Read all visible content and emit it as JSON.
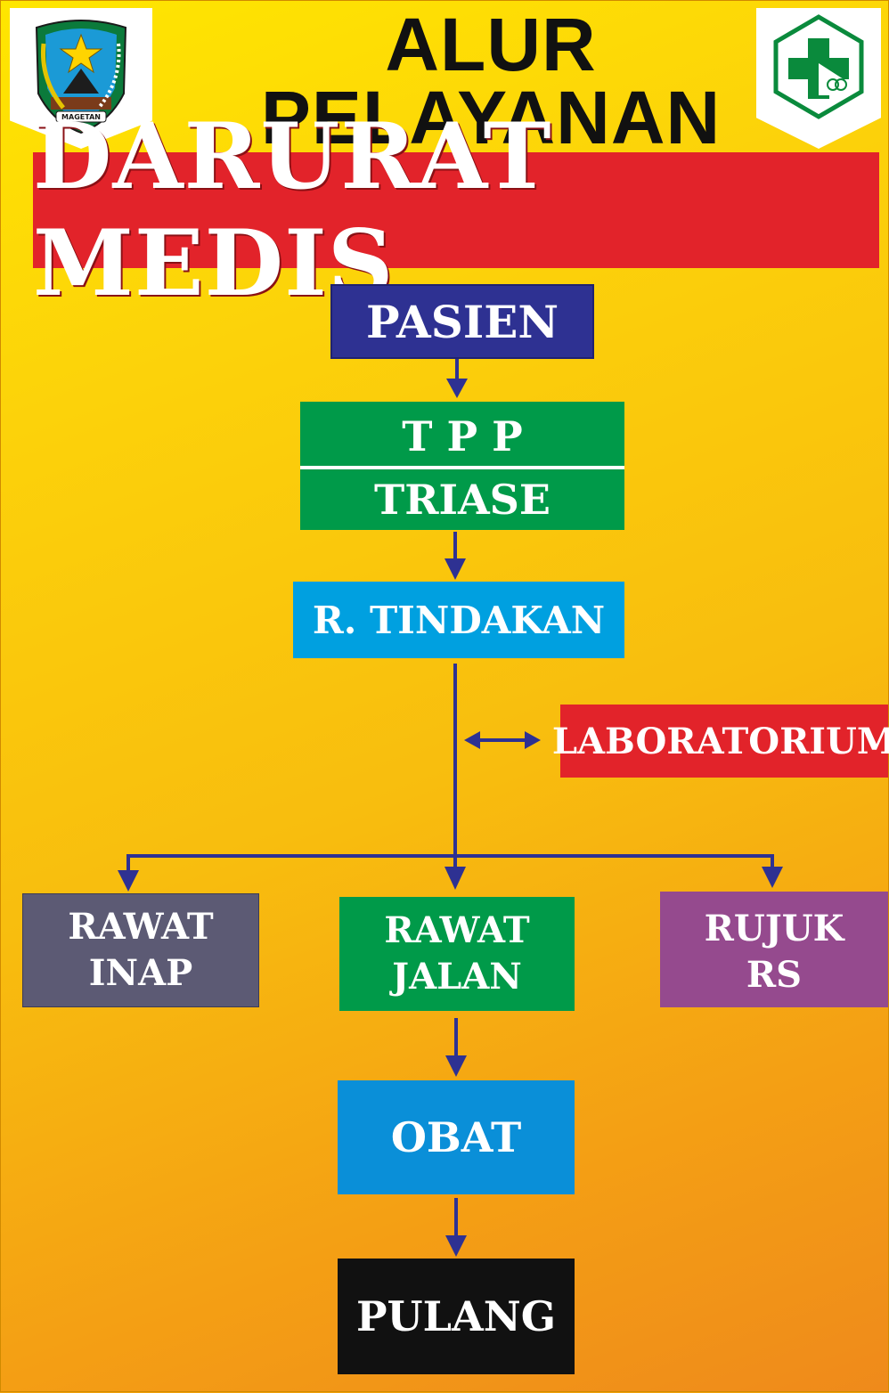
{
  "header": {
    "title_line1": "ALUR",
    "title_line2": "PELAYANAN",
    "banner": "DARURAT MEDIS"
  },
  "logos": {
    "left_text": "MAGETAN"
  },
  "nodes": {
    "pasien": "PASIEN",
    "tpp": "T P P",
    "triase": "TRIASE",
    "tindakan": "R. TINDAKAN",
    "laboratorium": "LABORATORIUM",
    "rawat_inap_1": "RAWAT",
    "rawat_inap_2": "INAP",
    "rawat_jalan_1": "RAWAT",
    "rawat_jalan_2": "JALAN",
    "rujuk_1": "RUJUK",
    "rujuk_2": "RS",
    "obat": "OBAT",
    "pulang": "PULANG"
  },
  "colors": {
    "navy": "#2e3192",
    "green": "#009a49",
    "cyan": "#00a0e0",
    "red": "#e2232a",
    "slate": "#5c5a74",
    "purple": "#954a8e",
    "blue": "#0a8fd8",
    "black": "#111111",
    "arrow": "#2e3192",
    "crescent_green": "#0a8a3c"
  }
}
